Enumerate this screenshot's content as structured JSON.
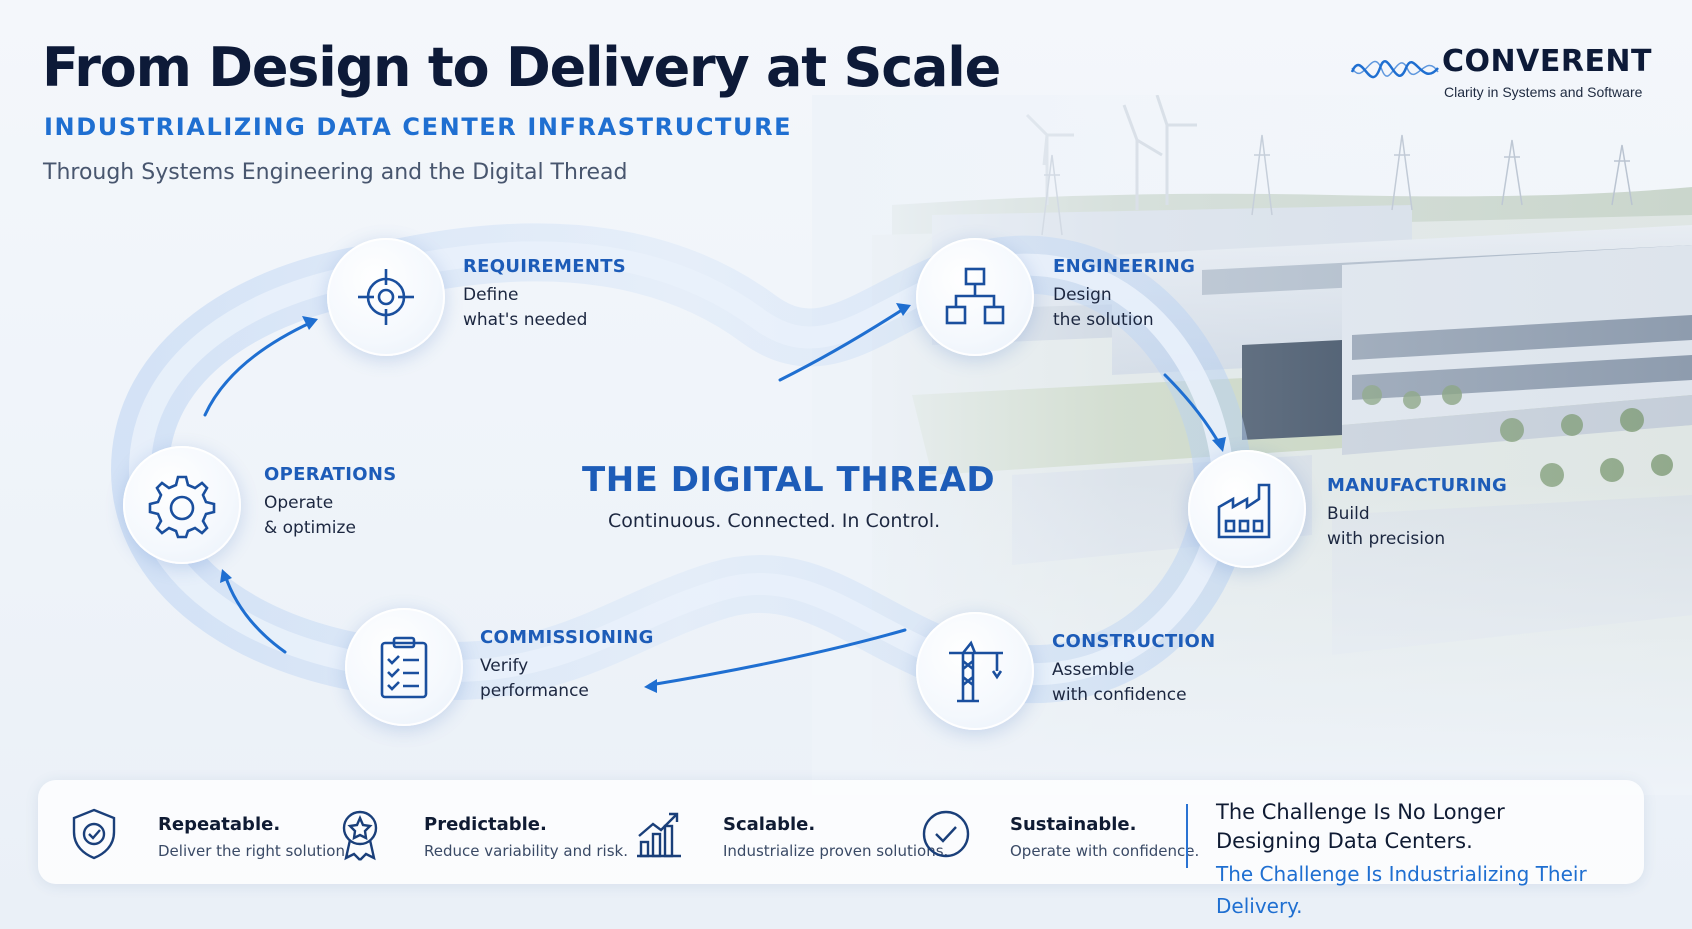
{
  "header": {
    "title": "From Design to Delivery at Scale",
    "subtitle": "INDUSTRIALIZING DATA CENTER INFRASTRUCTURE",
    "tagline": "Through Systems Engineering and the Digital Thread"
  },
  "logo": {
    "name": "CONVERENT",
    "tagline": "Clarity in Systems and Software"
  },
  "center": {
    "title": "THE DIGITAL THREAD",
    "subtitle": "Continuous. Connected. In Control."
  },
  "stages": [
    {
      "title": "REQUIREMENTS",
      "desc": "Define\nwhat's needed",
      "icon": "crosshair-icon"
    },
    {
      "title": "ENGINEERING",
      "desc": "Design\nthe solution",
      "icon": "hierarchy-icon"
    },
    {
      "title": "MANUFACTURING",
      "desc": "Build\nwith precision",
      "icon": "factory-icon"
    },
    {
      "title": "CONSTRUCTION",
      "desc": "Assemble\nwith confidence",
      "icon": "crane-icon"
    },
    {
      "title": "COMMISSIONING",
      "desc": "Verify\nperformance",
      "icon": "clipboard-checklist-icon"
    },
    {
      "title": "OPERATIONS",
      "desc": "Operate\n& optimize",
      "icon": "gear-icon"
    }
  ],
  "pillars": [
    {
      "title": "Repeatable.",
      "desc": "Deliver the right solution.",
      "icon": "shield-check-icon"
    },
    {
      "title": "Predictable.",
      "desc": "Reduce variability and risk.",
      "icon": "award-star-icon"
    },
    {
      "title": "Scalable.",
      "desc": "Industrialize proven solutions.",
      "icon": "growth-chart-icon"
    },
    {
      "title": "Sustainable.",
      "desc": "Operate with confidence.",
      "icon": "check-circle-icon"
    }
  ],
  "challenge": {
    "line1": "The Challenge Is No Longer",
    "line2": "Designing Data Centers.",
    "line3": "The Challenge Is Industrializing Their Delivery."
  },
  "colors": {
    "accent": "#1f6fd1",
    "heading": "#0d1a38",
    "thread": "#9fc1ee"
  }
}
